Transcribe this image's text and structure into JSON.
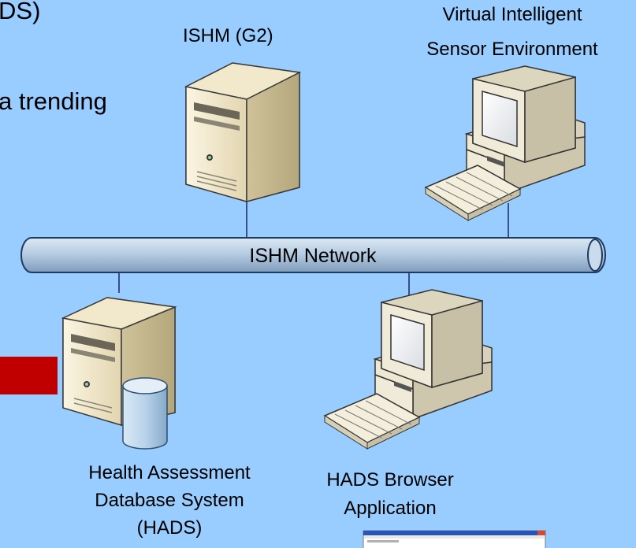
{
  "text_fragments": {
    "top_left": "DS)",
    "middle_left": "a trending"
  },
  "nodes": {
    "ishm_g2": {
      "label": "ISHM (G2)"
    },
    "vise": {
      "label_line1": "Virtual Intelligent",
      "label_line2": "Sensor Environment"
    },
    "hads": {
      "label_line1": "Health Assessment",
      "label_line2": "Database System",
      "label_line3": "(HADS)"
    },
    "hads_browser": {
      "label_line1": "HADS Browser",
      "label_line2": "Application"
    }
  },
  "network": {
    "label": "ISHM Network"
  },
  "colors": {
    "background": "#99ccff",
    "pipe_fill": "#b7cde3",
    "pipe_stroke": "#1f3a5c",
    "link_line": "#3a4d8f",
    "callout_bar": "#c00000",
    "server_body": "#f3ead2",
    "monitor_body": "#f0ead8",
    "database": "#b9d3ea"
  }
}
